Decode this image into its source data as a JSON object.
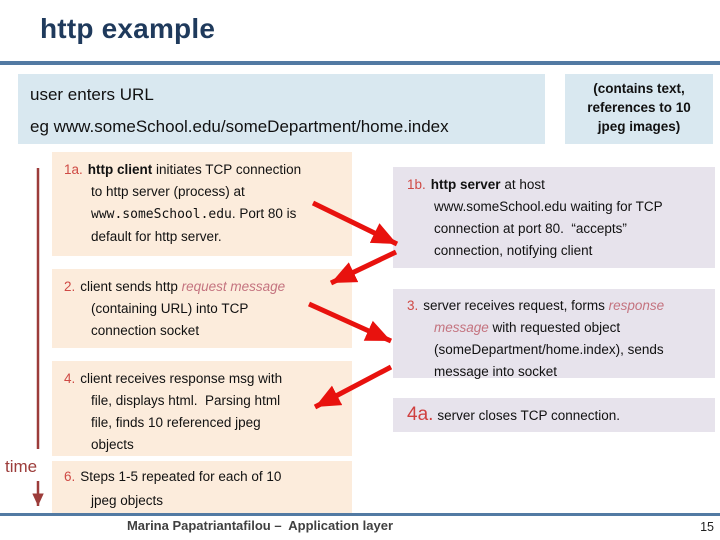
{
  "slide": {
    "title": "http example",
    "footer": "Marina Papatriantafilou –  Application layer",
    "page_number": "15"
  },
  "intro_box": {
    "line1": "user enters URL",
    "line2": "eg www.someSchool.edu/someDepartment/home.index"
  },
  "aside_box": {
    "text": "(contains text, references to 10 jpeg images)"
  },
  "steps": {
    "s1a": {
      "num": "1a.",
      "l1_bold": "http client",
      "l1_rest": " initiates TCP connection",
      "l2": "to http server (process) at",
      "l3_host": "www.someSchool.edu",
      "l3_rest": ". Port 80 is",
      "l4": "default for http server."
    },
    "s1b": {
      "num": "1b.",
      "l1_bold": "http server",
      "l1_rest": " at host",
      "l2": "www.someSchool.edu waiting for TCP",
      "l3": "connection at port 80.  “accepts”",
      "l4": "connection, notifying client"
    },
    "s2": {
      "num": "2.",
      "l1": "client sends http ",
      "l1_em": "request message",
      "l2": "(containing URL) into TCP",
      "l3": "connection socket"
    },
    "s3": {
      "num": "3.",
      "l1": "server receives request, forms ",
      "l1_em": "response",
      "l2_em": "message",
      "l2_rest": " with requested object",
      "l3": "(someDepartment/home.index), sends",
      "l4": "message into socket"
    },
    "s4": {
      "num": "4.",
      "l1": "client receives response msg with",
      "l2": "file, displays html.  Parsing html",
      "l3": "file, finds 10 referenced jpeg",
      "l4": "objects"
    },
    "s4a": {
      "num": "4a.",
      "text": "server closes TCP connection."
    },
    "s6": {
      "num": "6.",
      "l1": "Steps 1-5 repeated for each of 10",
      "l2": "jpeg objects"
    }
  },
  "time_label": "time",
  "colors": {
    "title_navy": "#1f3a5c",
    "rule_blue": "#527aa3",
    "client_box_peach": "#fcecdc",
    "server_box_lavender": "#e7e3ec",
    "info_box_blue": "#d9e8f0",
    "step_number_red": "#cf4a45",
    "message_italic_rose": "#c4737f",
    "arrow_red": "#e8120e",
    "time_brown_red": "#9c3c3a"
  }
}
